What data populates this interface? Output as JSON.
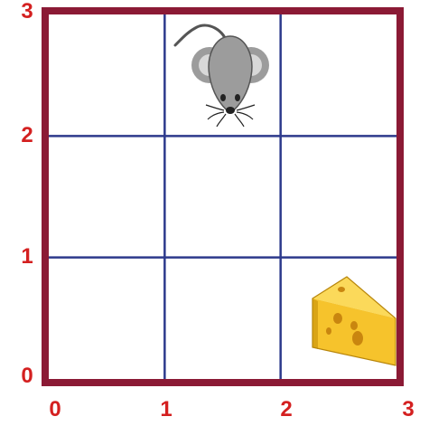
{
  "colors": {
    "frame": "#8b1a35",
    "axis_labels": "#d42020",
    "grid_lines": "#2d3a8c",
    "mouse_body": "#9c9c9c",
    "mouse_ear_inner": "#d8d8d8",
    "cheese": "#f6c32c",
    "cheese_shadow": "#d9a416",
    "cheese_hole": "#c9860f"
  },
  "axes": {
    "x_labels": [
      "0",
      "1",
      "2",
      "3"
    ],
    "y_labels": [
      "0",
      "1",
      "2",
      "3"
    ]
  },
  "grid": {
    "cols": 3,
    "rows": 3
  },
  "pieces": {
    "mouse": {
      "icon": "mouse-icon",
      "cell": [
        1,
        2
      ]
    },
    "cheese": {
      "icon": "cheese-icon",
      "cell": [
        2,
        0
      ]
    }
  }
}
